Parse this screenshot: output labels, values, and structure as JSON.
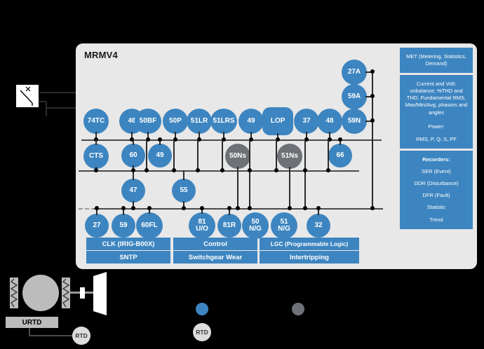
{
  "device": {
    "title": "MRMV4"
  },
  "colors": {
    "accent_blue": "#3d85c0",
    "gray_node": "#6e7276",
    "panel_bg": "#e8e8e8",
    "light_gray": "#bcbcbc"
  },
  "rows": {
    "row1": [
      {
        "label": "74TC",
        "shape": "circle",
        "color": "blue"
      },
      {
        "label": "46",
        "shape": "circle",
        "color": "blue"
      },
      {
        "label": "50BF",
        "shape": "circle",
        "color": "blue"
      },
      {
        "label": "50P",
        "shape": "circle",
        "color": "blue"
      },
      {
        "label": "51LR",
        "shape": "circle",
        "color": "blue"
      },
      {
        "label": "51LRS",
        "shape": "circle",
        "color": "blue"
      },
      {
        "label": "49",
        "shape": "circle",
        "color": "blue"
      },
      {
        "label": "LOP",
        "shape": "squircle",
        "color": "blue"
      },
      {
        "label": "37",
        "shape": "circle",
        "color": "blue"
      },
      {
        "label": "48",
        "shape": "circle",
        "color": "blue"
      },
      {
        "label": "59N",
        "shape": "circle",
        "color": "blue"
      }
    ],
    "row2": [
      {
        "label": "CTS",
        "shape": "circle",
        "color": "blue"
      },
      {
        "label": "60",
        "shape": "circle",
        "color": "blue"
      },
      {
        "label": "49",
        "shape": "circle",
        "color": "blue"
      },
      {
        "label": "50Ns",
        "shape": "circle",
        "color": "gray"
      },
      {
        "label": "51Ns",
        "shape": "circle",
        "color": "gray"
      },
      {
        "label": "66",
        "shape": "circle",
        "color": "blue"
      }
    ],
    "row3": [
      {
        "label": "47",
        "shape": "circle",
        "color": "blue"
      },
      {
        "label": "55",
        "shape": "circle",
        "color": "blue"
      }
    ],
    "row4": [
      {
        "label": "27",
        "shape": "circle",
        "color": "blue"
      },
      {
        "label": "59",
        "shape": "circle",
        "color": "blue"
      },
      {
        "label": "60FL",
        "shape": "circle",
        "color": "blue"
      },
      {
        "label": "81 U/O",
        "line1": "81",
        "line2": "U/O",
        "shape": "circle",
        "color": "blue"
      },
      {
        "label": "81R",
        "shape": "circle",
        "color": "blue"
      },
      {
        "label": "50 N/G",
        "line1": "50",
        "line2": "N/G",
        "shape": "circle",
        "color": "blue"
      },
      {
        "label": "51 N/G",
        "line1": "51",
        "line2": "N/G",
        "shape": "circle",
        "color": "blue"
      },
      {
        "label": "32",
        "shape": "circle",
        "color": "blue"
      }
    ],
    "right_column": [
      {
        "label": "27A",
        "shape": "circle",
        "color": "blue"
      },
      {
        "label": "59A",
        "shape": "circle",
        "color": "blue"
      },
      {
        "label": "59N",
        "shape": "circle",
        "color": "blue"
      }
    ]
  },
  "bottom_bars": [
    {
      "top": "CLK (IRIG-B00X)",
      "bottom": "SNTP"
    },
    {
      "top": "Control",
      "bottom": "Switchgear Wear"
    },
    {
      "top": "LGC (Programmable Logic)",
      "bottom": "Intertripping"
    }
  ],
  "info_panel": {
    "metering_title": "MET (Metering, Statistics, Demand)",
    "measurements": "Current and Volt: unbalance, %THD and THD, Fundamental RMS, Max/Min/Avg, phasors and angles",
    "power_heading": "Power:",
    "power_values": "RMS, P, Q, S, PF",
    "recorders_title": "Recorders:",
    "recorders": [
      "SER (Event)",
      "DDR (Disturbance)",
      "DFR (Fault)",
      "Statistic",
      "Trend"
    ]
  },
  "field_devices": {
    "urtd_label": "URTD",
    "rtd_label": "RTD",
    "breaker_icon": "circuit-breaker-symbol",
    "motor_icon": "motor-symbol",
    "load_icon": "load-symbol"
  },
  "legend": {
    "blue_swatch": "standard-function",
    "gray_swatch": "optional-function",
    "rtd_swatch": "RTD"
  }
}
